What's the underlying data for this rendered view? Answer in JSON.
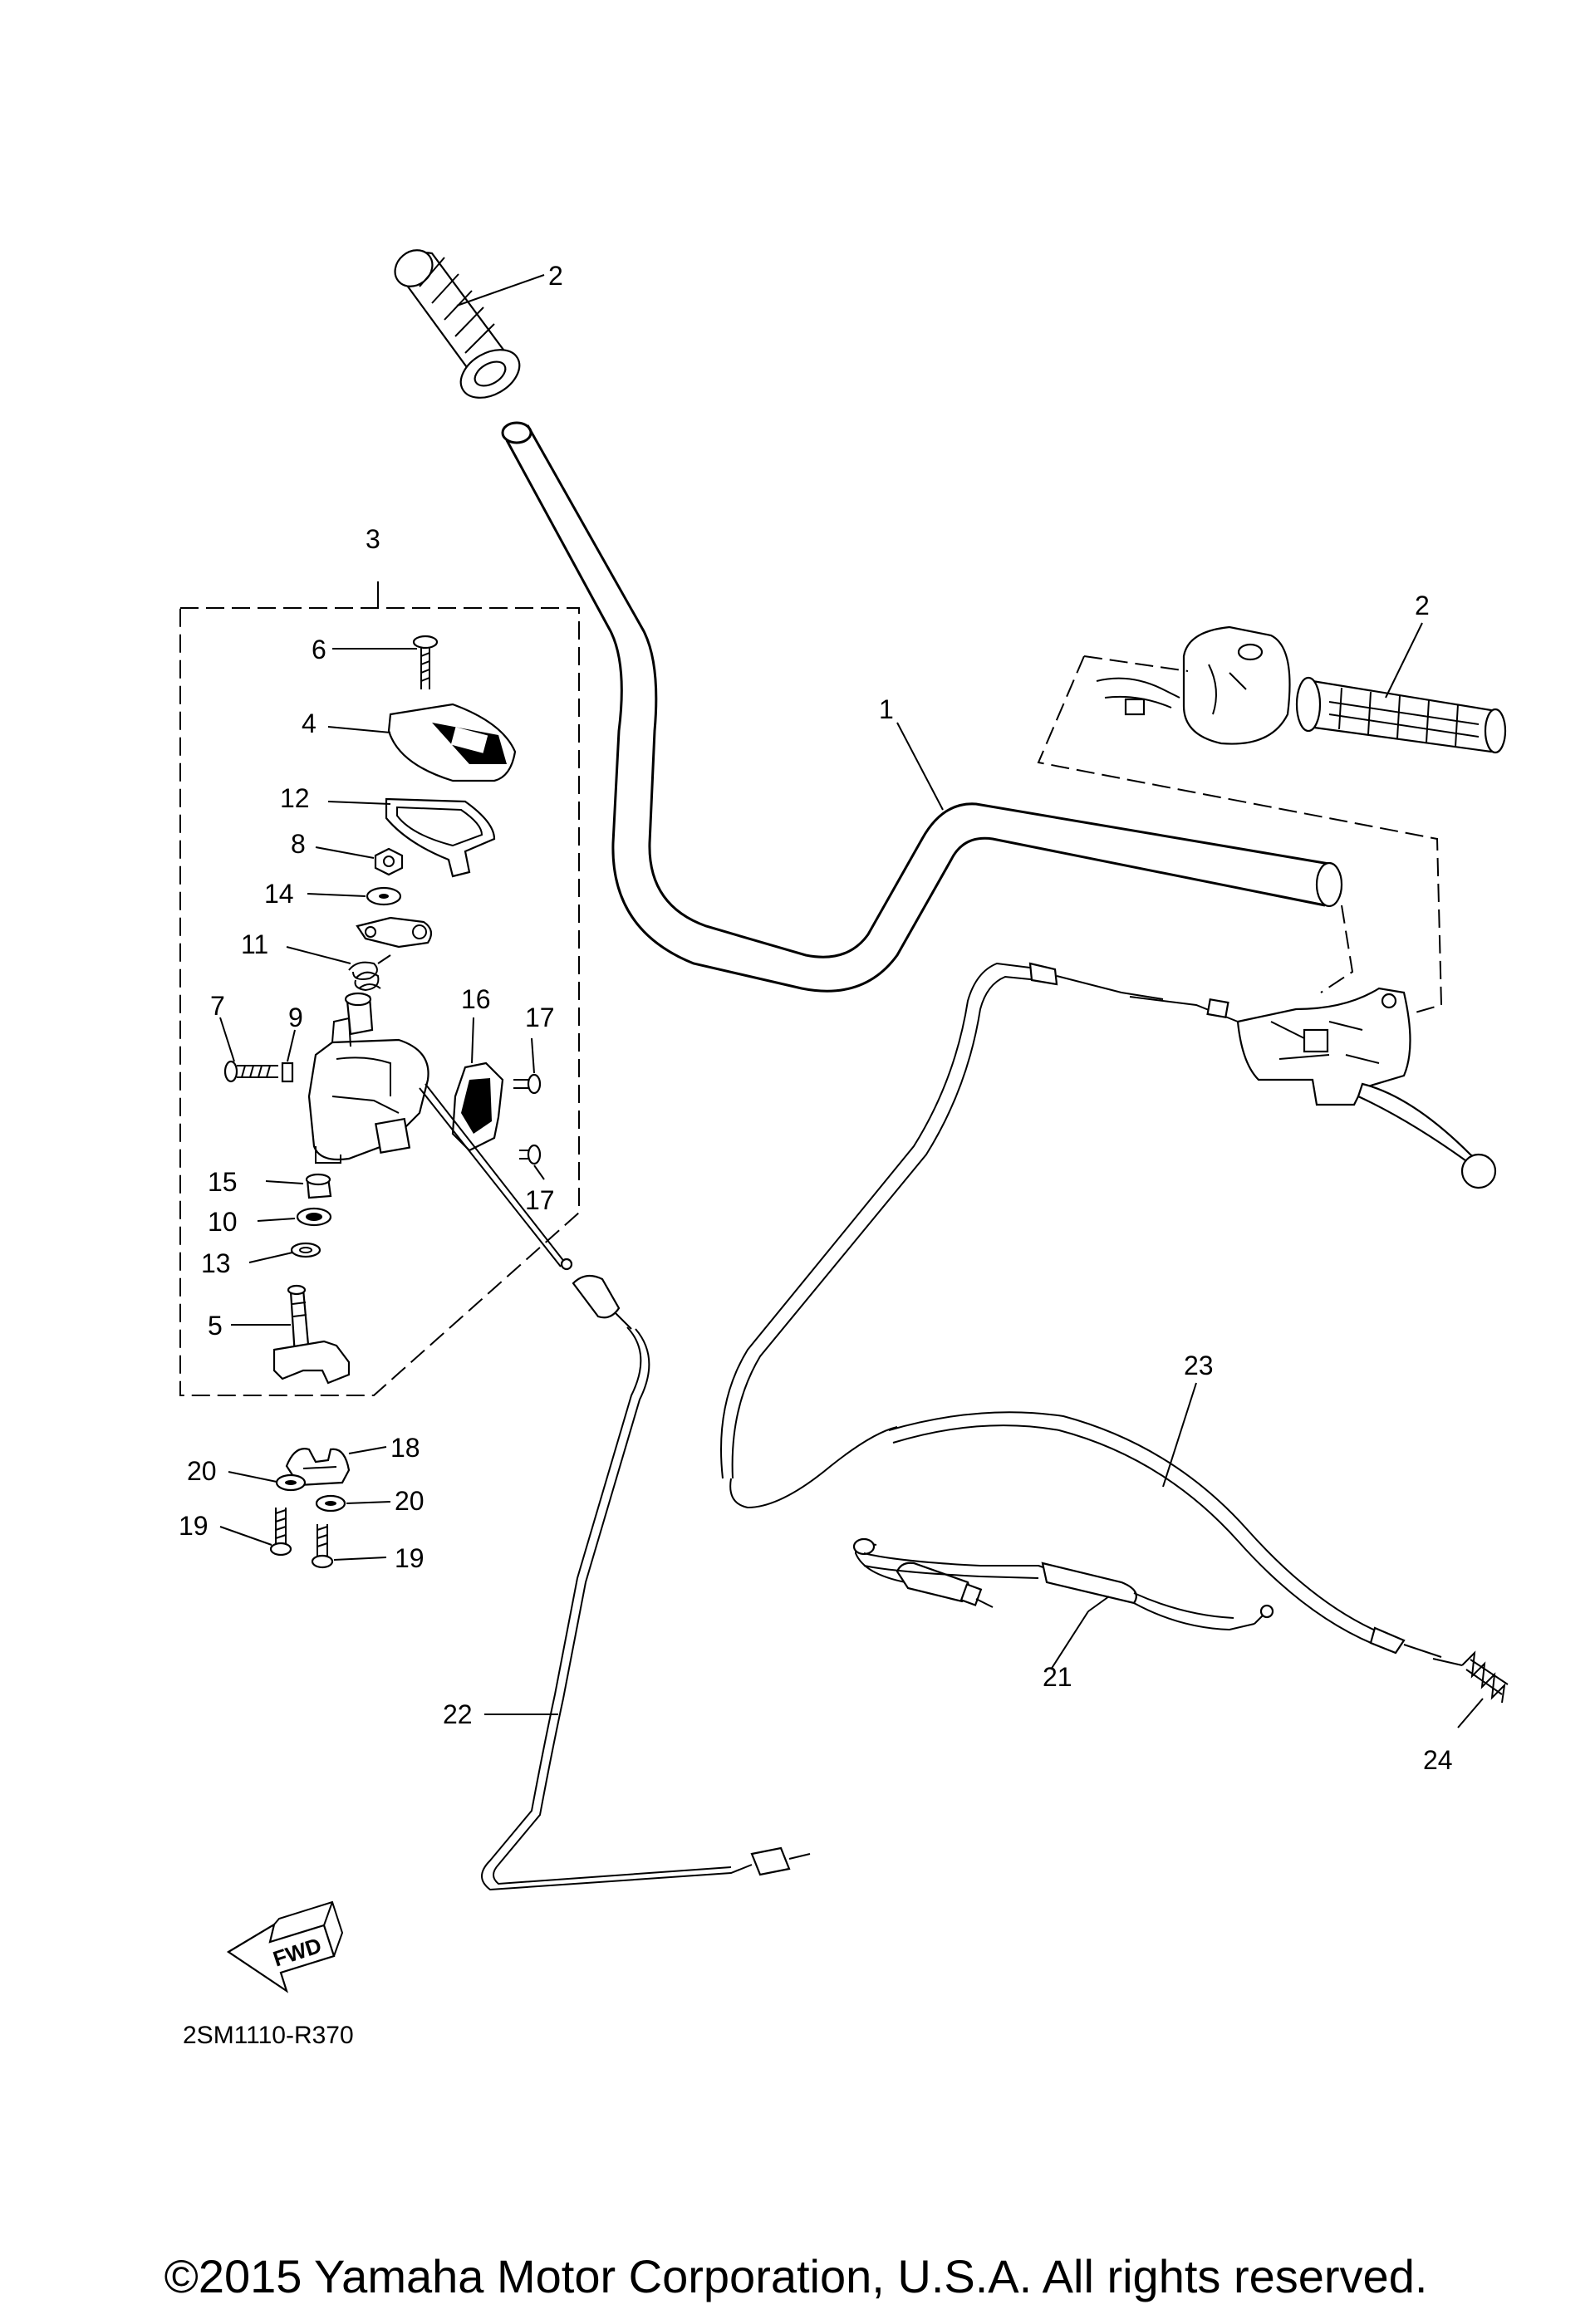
{
  "callouts": {
    "c1": "1",
    "c2a": "2",
    "c2b": "2",
    "c3": "3",
    "c4": "4",
    "c5": "5",
    "c6": "6",
    "c7": "7",
    "c8": "8",
    "c9": "9",
    "c10": "10",
    "c11": "11",
    "c12": "12",
    "c13": "13",
    "c14": "14",
    "c15": "15",
    "c16": "16",
    "c17a": "17",
    "c17b": "17",
    "c18": "18",
    "c19a": "19",
    "c19b": "19",
    "c20a": "20",
    "c20b": "20",
    "c21": "21",
    "c22": "22",
    "c23": "23",
    "c24": "24"
  },
  "fwd_label": "FWD",
  "diagram_code": "2SM1110-R370",
  "copyright": "©2015 Yamaha Motor Corporation, U.S.A. All rights reserved.",
  "icons": {
    "fwd_arrow": "forward-direction-arrow-icon"
  }
}
